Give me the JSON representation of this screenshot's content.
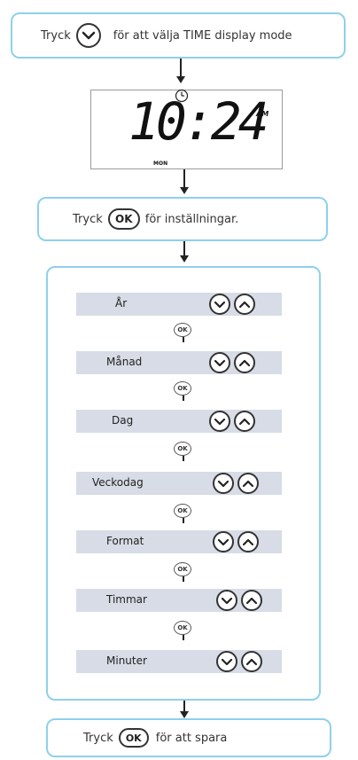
{
  "step1": {
    "before": "Tryck",
    "after": "för att välja TIME display mode"
  },
  "clock": {
    "time": "10:24",
    "ampm": "AM",
    "day": "MON"
  },
  "step2": {
    "before": "Tryck",
    "ok": "OK",
    "after": "för inställningar."
  },
  "settings": {
    "ok_label": "OK",
    "rows": [
      {
        "label": "År"
      },
      {
        "label": "Månad"
      },
      {
        "label": "Dag"
      },
      {
        "label": "Veckodag"
      },
      {
        "label": "Format"
      },
      {
        "label": "Timmar"
      },
      {
        "label": "Minuter"
      }
    ]
  },
  "step3": {
    "before": "Tryck",
    "ok": "OK",
    "after": "för att spara"
  },
  "colors": {
    "box_border": "#8fd0ec",
    "row_fill": "#d7dce6"
  },
  "icons": {
    "down": "chevron-down-icon",
    "up": "chevron-up-icon",
    "clock": "clock-icon"
  }
}
